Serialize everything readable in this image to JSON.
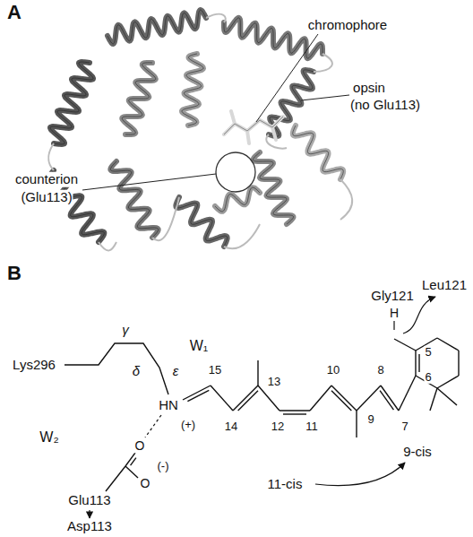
{
  "diagram": {
    "labels": [
      "A",
      "chromophore",
      "opsin",
      "(no Glu113)",
      "counterion",
      "(Glu113)",
      "B",
      "Lys296",
      "γ",
      "δ",
      "ε",
      "W₁",
      "15",
      "14",
      "13",
      "12",
      "11",
      "10",
      "9",
      "8",
      "7",
      "6",
      "5",
      "HN",
      "(+)",
      "O",
      "O",
      "(-)",
      "W₂",
      "Glu113",
      "Asp113",
      "Gly121",
      "H",
      "Leu121",
      "11-cis",
      "9-cis"
    ]
  }
}
